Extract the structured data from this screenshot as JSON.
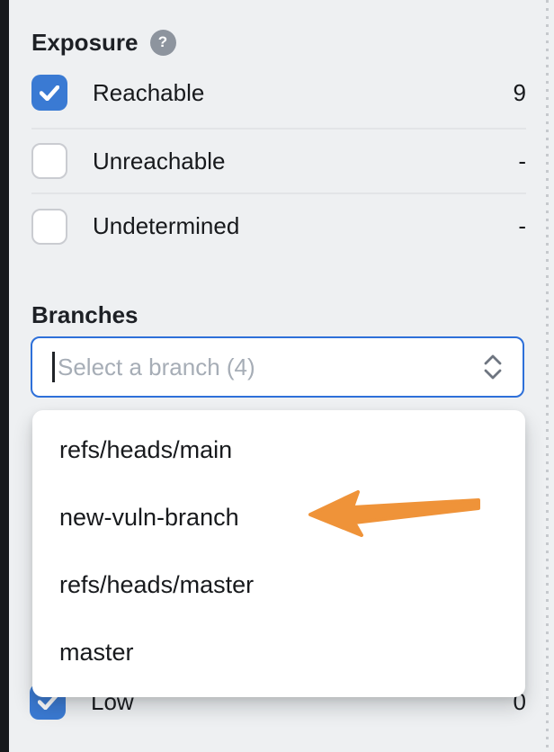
{
  "panel": {
    "exposure": {
      "title": "Exposure",
      "help_glyph": "?",
      "options": [
        {
          "label": "Reachable",
          "count": "9",
          "checked": true
        },
        {
          "label": "Unreachable",
          "count": "-",
          "checked": false
        },
        {
          "label": "Undetermined",
          "count": "-",
          "checked": false
        }
      ]
    },
    "branches": {
      "title": "Branches",
      "select_placeholder": "Select a branch (4)",
      "options": [
        "refs/heads/main",
        "new-vuln-branch",
        "refs/heads/master",
        "master"
      ],
      "annotated_option": "new-vuln-branch"
    },
    "severity_peek": {
      "label": "Low",
      "count": "0",
      "checked": true
    }
  },
  "colors": {
    "page_background": "#eef0f2",
    "checkbox_checked": "#3a7ad3",
    "select_border_focus": "#2e70d9",
    "annotation_arrow": "#ef9339",
    "help_icon_bg": "#8d949e",
    "placeholder_text": "#a6adb6"
  }
}
